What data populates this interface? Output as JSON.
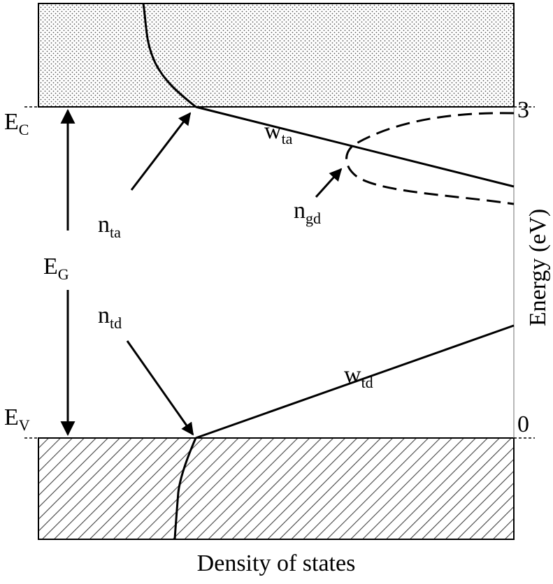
{
  "labels": {
    "ec": {
      "main": "E",
      "sub": "C"
    },
    "ev": {
      "main": "E",
      "sub": "V"
    },
    "eg": {
      "main": "E",
      "sub": "G"
    },
    "wta": {
      "main": "w",
      "sub": "ta"
    },
    "wtd": {
      "main": "w",
      "sub": "td"
    },
    "nta": {
      "main": "n",
      "sub": "ta"
    },
    "ntd": {
      "main": "n",
      "sub": "td"
    },
    "ngd": {
      "main": "n",
      "sub": "gd"
    }
  },
  "axes": {
    "x_label": "Density of states",
    "y_label": "Energy (eV)",
    "tick_top": "3",
    "tick_bottom": "0"
  },
  "colors": {
    "ink": "#000000",
    "background": "#ffffff"
  }
}
